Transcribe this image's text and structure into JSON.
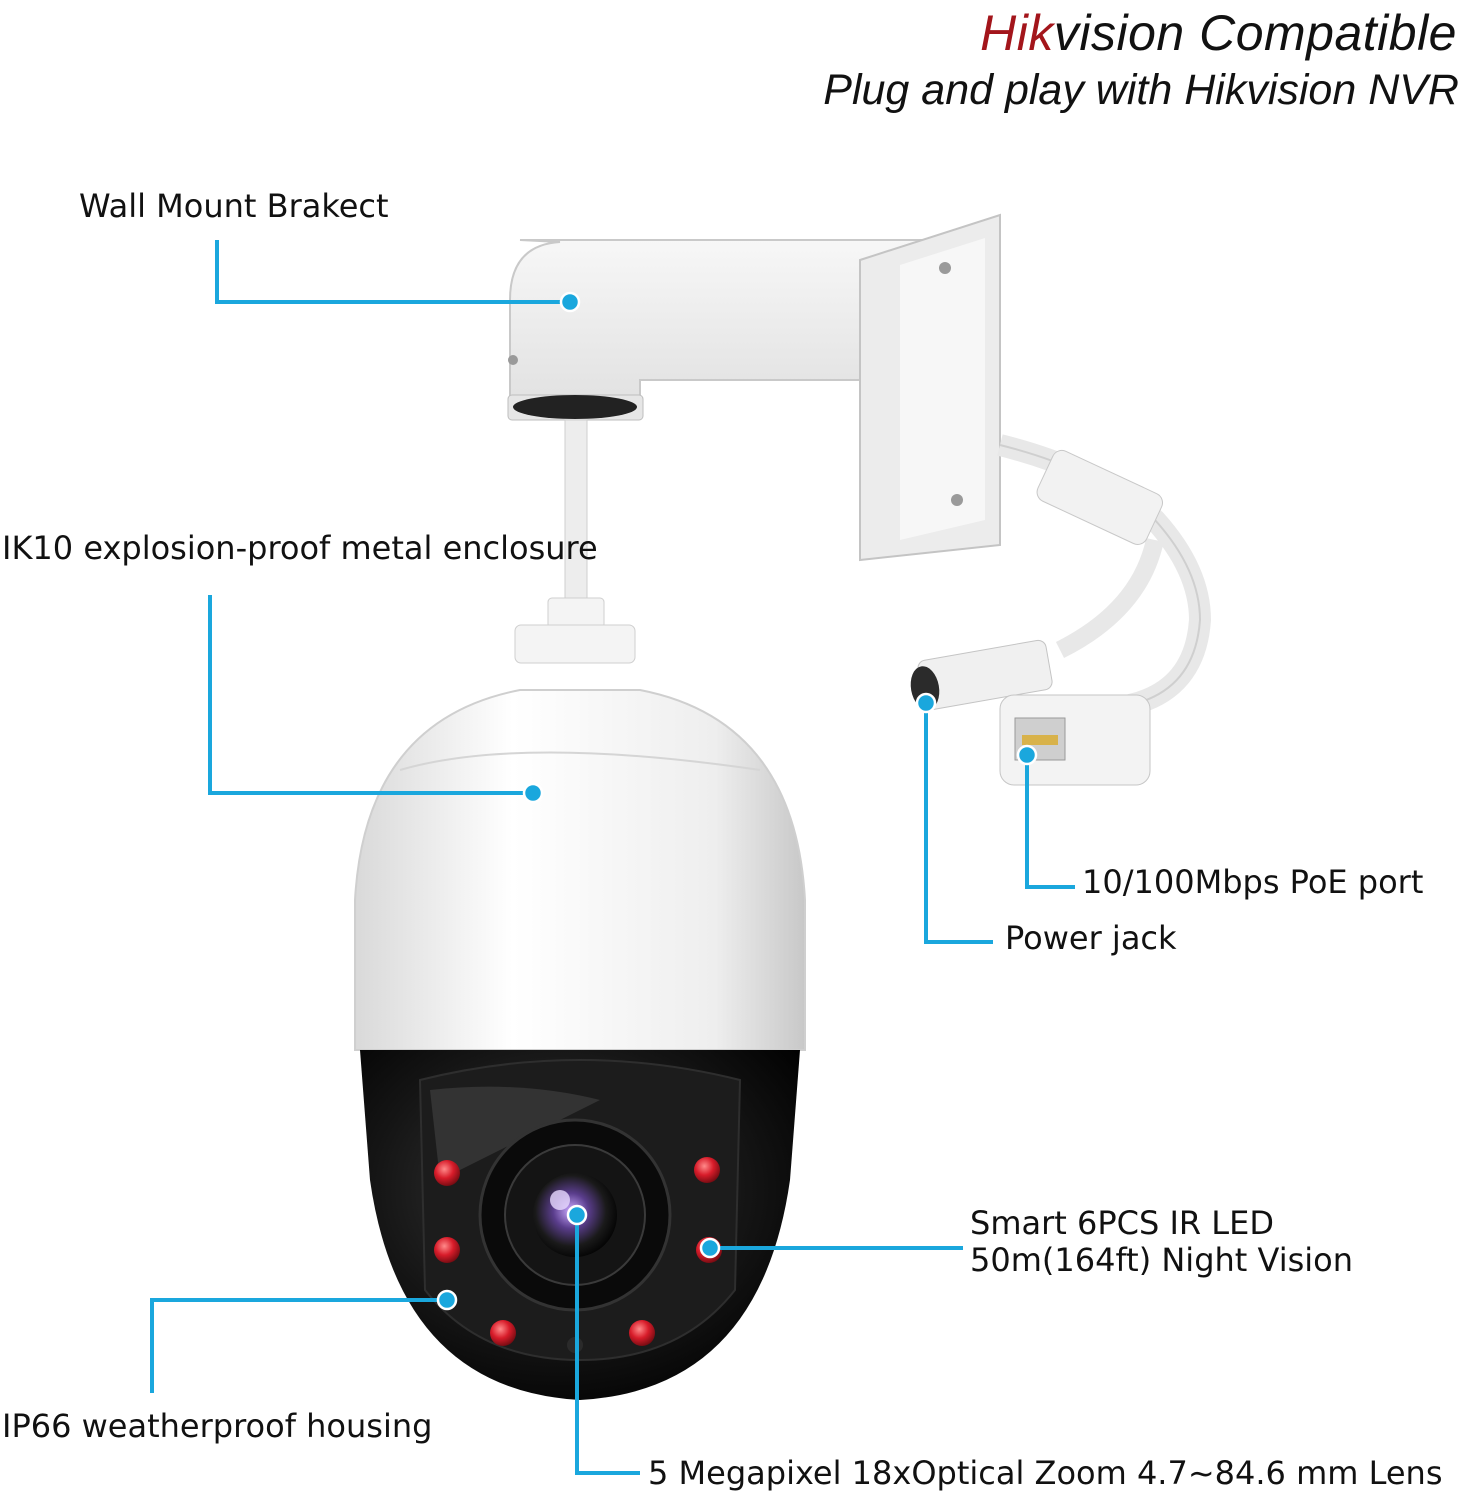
{
  "header": {
    "brand": "Hik",
    "title_rest": "vision Compatible",
    "subtitle": "Plug and play with Hikvision NVR"
  },
  "callouts": {
    "wall_mount": "Wall Mount Brakect",
    "enclosure": "IK10 explosion-proof metal enclosure",
    "poe_port": "10/100Mbps PoE port",
    "power_jack": "Power jack",
    "ir_led_line1": "Smart 6PCS IR LED",
    "ir_led_line2": "50m(164ft) Night Vision",
    "housing": "IP66 weatherproof housing",
    "lens": "5 Megapixel 18xOptical Zoom 4.7~84.6 mm Lens"
  },
  "colors": {
    "brand_red": "#a3151b",
    "callout_blue": "#1aa7dd",
    "camera_white": "#f2f2f2",
    "camera_black": "#0d0d0d",
    "ir_led_red": "#d81c2a"
  },
  "icons": [
    "ptz-camera-illustration",
    "wall-mount-bracket",
    "cable-connectors"
  ]
}
